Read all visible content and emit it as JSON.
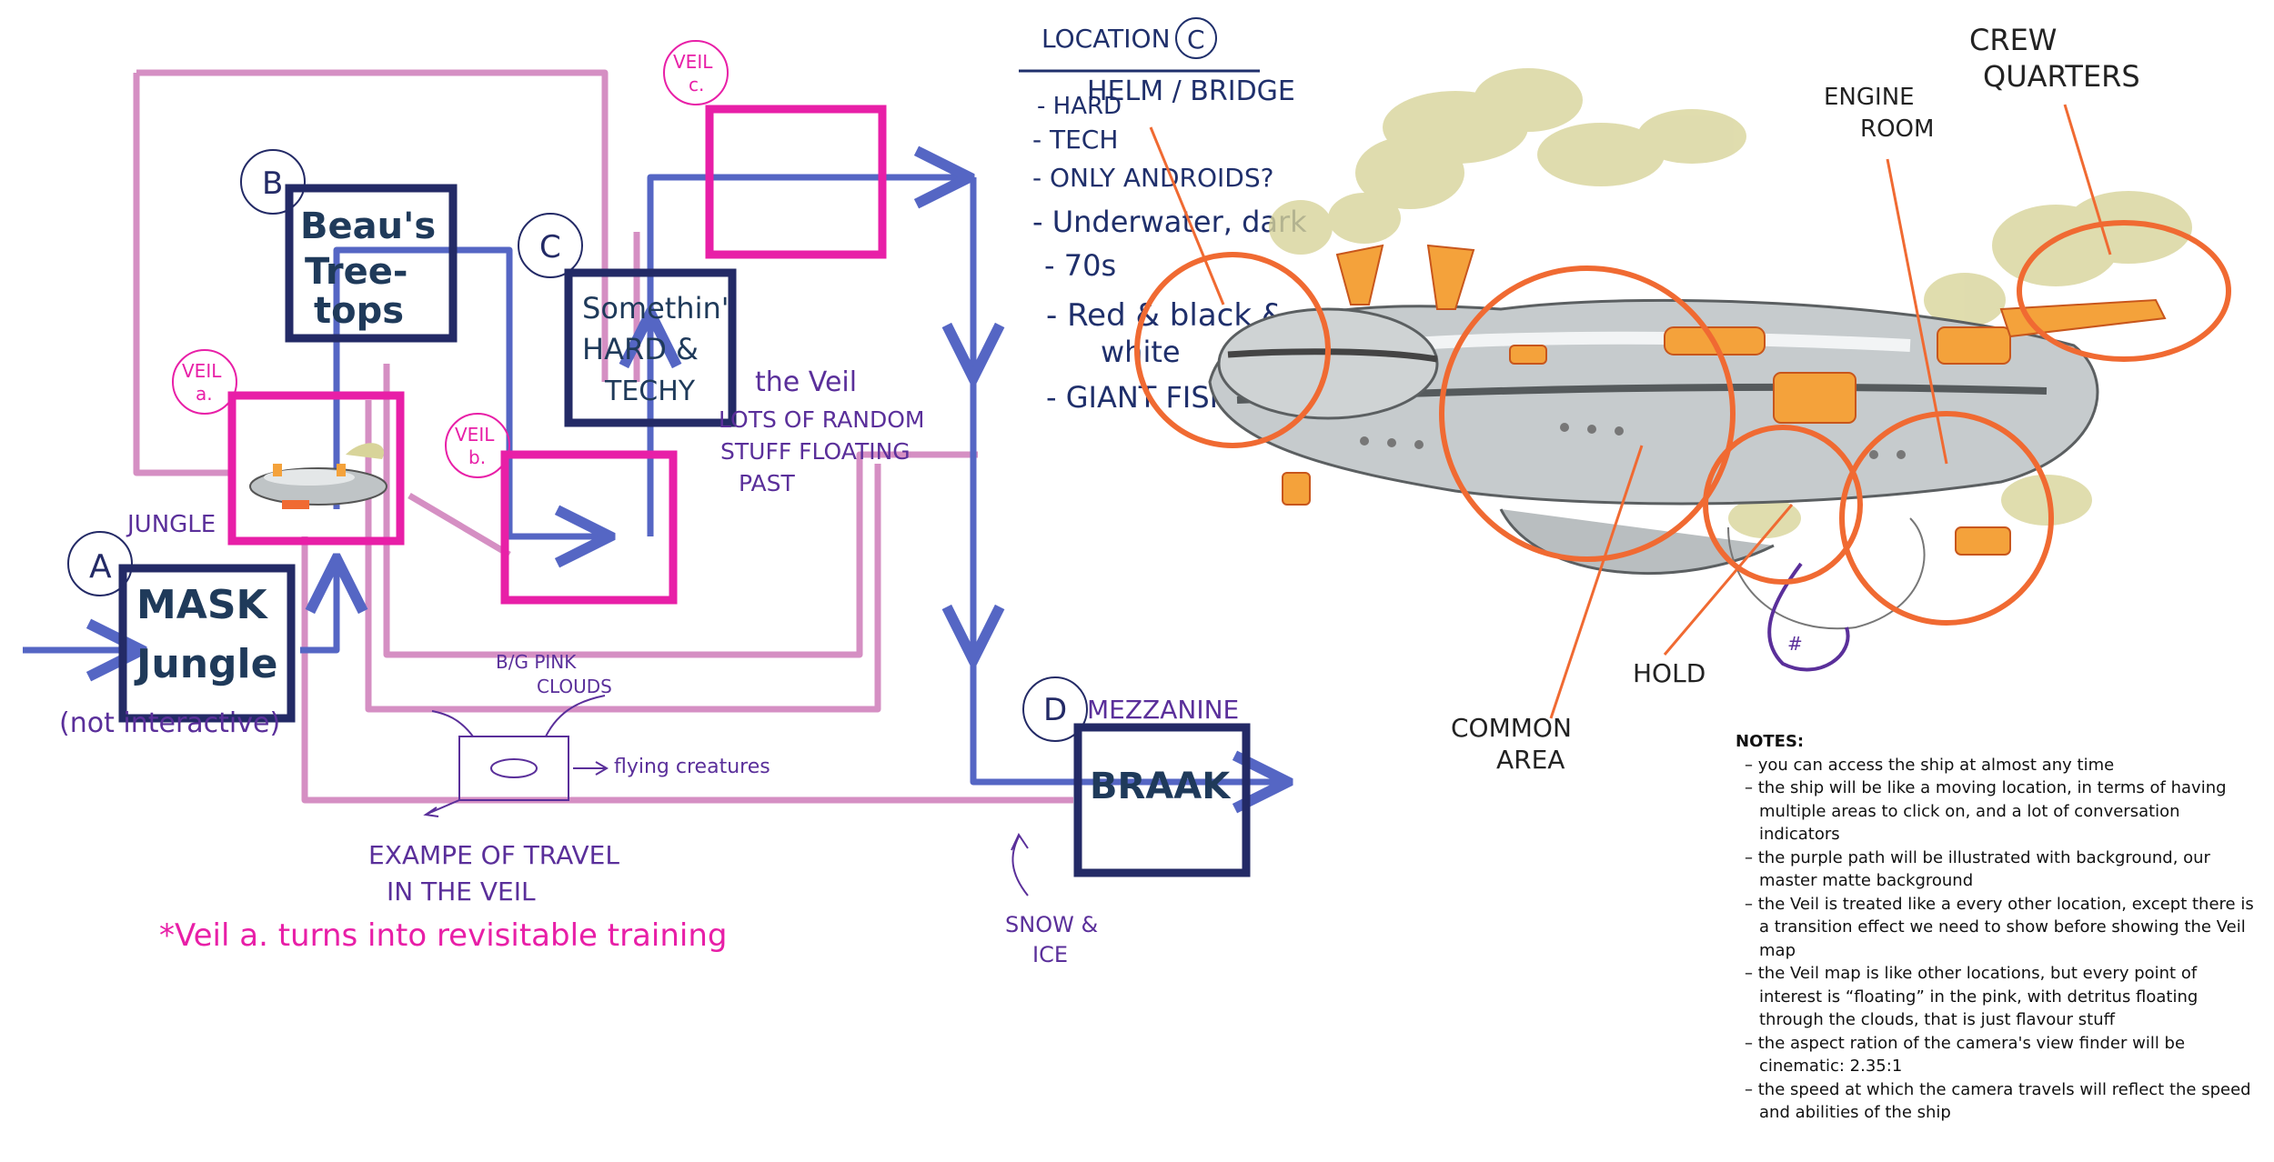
{
  "colors": {
    "pink_path": "#d58fc3",
    "blue_path": "#5566c4",
    "magenta": "#e81fa7",
    "navy": "#232a66",
    "purple_text": "#5a2f9a",
    "orange": "#f06a32",
    "ship_gray": "#bfc4c6",
    "smoke": "#d8d49a"
  },
  "locations": {
    "a_letter": "A",
    "a_label": "JUNGLE",
    "a_title_1": "MASK",
    "a_title_2": "Jungle",
    "a_note": "(not interactive)",
    "b_letter": "B",
    "b_title_1": "Beau's",
    "b_title_2": "Tree-",
    "b_title_3": "tops",
    "c_letter": "C",
    "c_title_1": "Somethin'",
    "c_title_2": "HARD &",
    "c_title_3": "TECHY",
    "d_letter": "D",
    "d_label": "MEZZANINE",
    "d_title": "BRAAK",
    "d_note_1": "SNOW &",
    "d_note_2": "ICE"
  },
  "veils": {
    "a_1": "VEIL",
    "a_2": "a.",
    "b_1": "VEIL",
    "b_2": "b.",
    "c_1": "VEIL",
    "c_2": "c.",
    "veil_label": "the Veil",
    "random_1": "LOTS OF RANDOM",
    "random_2": "STUFF FLOATING",
    "random_3": "PAST",
    "bg_1": "B/G PINK",
    "bg_2": "CLOUDS",
    "flying": "flying creatures",
    "example_1": "EXAMPE OF TRAVEL",
    "example_2": "IN THE VEIL",
    "training": "*Veil a. turns into revisitable training"
  },
  "location_c_list": {
    "header": "LOCATION",
    "header_letter": "C",
    "items": [
      "- HARD",
      "HELM / BRIDGE",
      "- TECH",
      "- ONLY ANDROIDS?",
      "- Underwater, dark",
      "- 70s",
      "- Red & black &",
      "white",
      "- GIANT FISH"
    ]
  },
  "ship_labels": {
    "engine_1": "ENGINE",
    "engine_2": "ROOM",
    "crew_1": "CREW",
    "crew_2": "QUARTERS",
    "hold": "HOLD",
    "common_1": "COMMON",
    "common_2": "AREA"
  },
  "notes": {
    "title": "NOTES:",
    "items": [
      "you can access the ship at almost any time",
      "the ship will be like a moving location, in terms of having multiple areas to click on, and a lot of conversation indicators",
      "the purple path will be illustrated with background, our master matte background",
      "the Veil is treated like a every other location, except there is a transition effect we need to show before showing the Veil map",
      "the Veil map is like other locations, but every point of interest is “floating” in the pink, with detritus floating through the clouds, that is just flavour stuff",
      "the aspect ration of the camera's view finder will be cinematic: 2.35:1",
      "the speed at which the camera travels will reflect the speed and abilities of the ship"
    ]
  }
}
